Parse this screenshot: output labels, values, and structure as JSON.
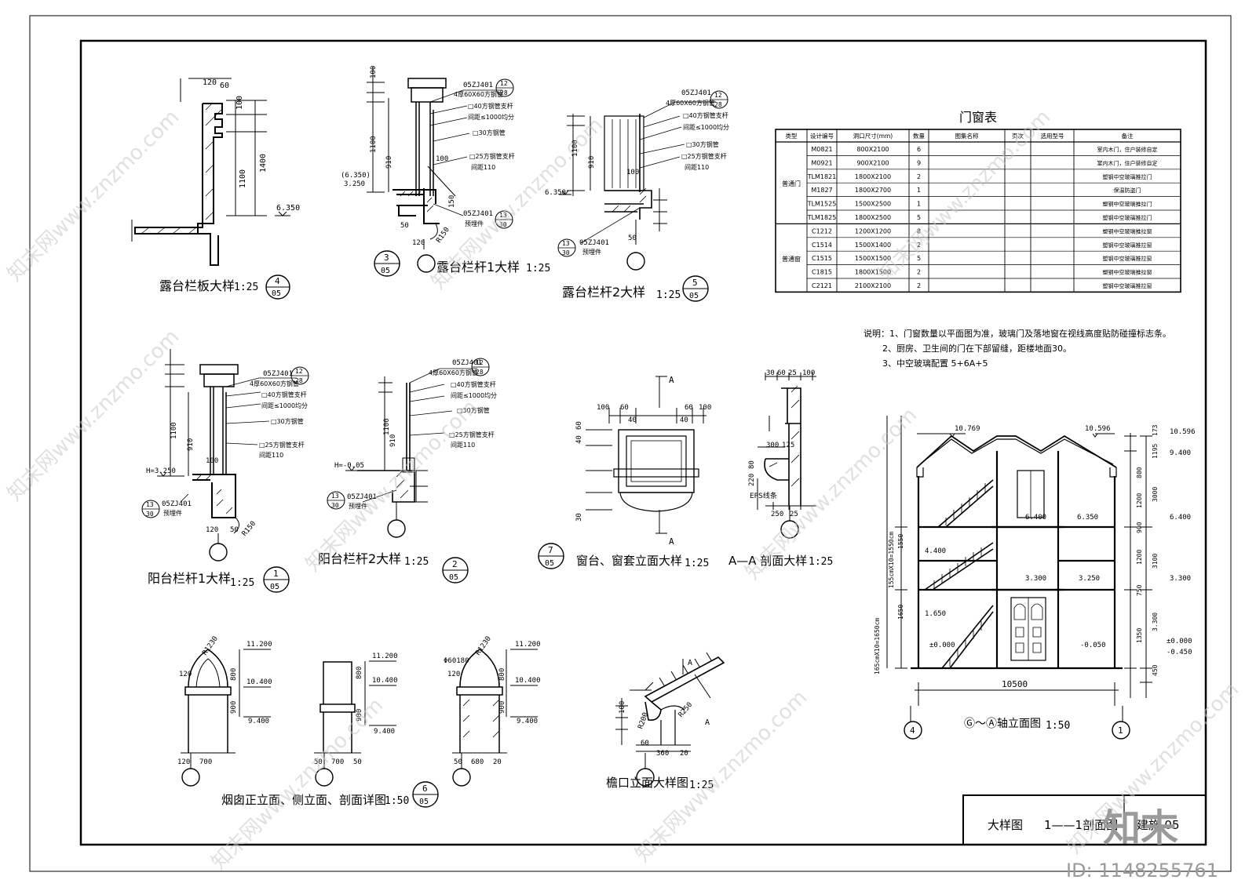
{
  "titles": {
    "d4": "露台栏板大样",
    "d3": "露台栏杆1大样",
    "d5": "露台栏杆2大样",
    "d1": "阳台栏杆1大样",
    "d2": "阳台栏杆2大样",
    "d7": "窗台、窗套立面大样",
    "daa": "A—A 剖面大样",
    "d6": "烟囱正立面、侧立面、剖面详图",
    "deave": "檐口立面大样图",
    "delev": "Ⓖ～Ⓐ轴立面图"
  },
  "scales": {
    "s125": "1:25",
    "s150": "1:50"
  },
  "marks": {
    "n1": "1",
    "n2": "2",
    "n3": "3",
    "n4": "4",
    "n5": "5",
    "n6": "6",
    "n7": "7",
    "sheet": "05",
    "r13": "13",
    "r30": "30",
    "r12": "12",
    "r28": "28"
  },
  "annotations": {
    "std": "05ZJ401",
    "a1": "4厚60X60方钢管",
    "a2": "□40方钢管支杆",
    "a3": "间距≤1000均分",
    "a4": "□30方钢管",
    "a5": "□25方钢管支杆",
    "a6": "间距110",
    "a7": "预埋件",
    "eps": "EPS线条",
    "sec": "A",
    "r150": "R150",
    "r1230": "R1230",
    "phi": "Φ60180",
    "r200": "R200",
    "r250": "R250"
  },
  "dims": {
    "d120": "120",
    "d60": "60",
    "d100": "100",
    "d1100": "1100",
    "d1400": "1400",
    "d6350": "6.350",
    "d6350p": "(6.350)",
    "d3250": "3.250",
    "d910": "910",
    "d30": "30",
    "d150": "150",
    "d50": "50",
    "h3250": "H=3.250",
    "h005": "H=-0.05",
    "d40": "40",
    "d1200": "1200",
    "d1000": "1000",
    "d300": "300",
    "d125": "125",
    "d80": "80",
    "d220": "220",
    "d25": "25",
    "d250": "250",
    "d11200": "11.200",
    "d10400": "10.400",
    "d9400": "9.400",
    "d800": "800",
    "d900": "900",
    "d700": "700",
    "d680": "680",
    "d20": "20",
    "d360": "360",
    "d10500": "10500",
    "d10769": "10.769",
    "d10596": "10.596",
    "d6400": "6.400",
    "d3300": "3.300",
    "d1650": "1.650",
    "d0": "±0.000",
    "dm005": "-0.050",
    "dm045": "-0.450",
    "d4400": "4.400",
    "d173": "173",
    "d1195": "1195",
    "d3000": "3000",
    "d3100": "3100",
    "d750": "750",
    "d1350": "1350",
    "d450": "450",
    "d1550": "1550",
    "d1650v": "1650",
    "vs1": "155cmX10=1550cm",
    "vs2": "165cmX10=1650cm",
    "ax4": "4",
    "ax1": "1"
  },
  "table": {
    "title": "门窗表",
    "headers": [
      "类型",
      "设计编号",
      "洞口尺寸(mm)",
      "数量",
      "图集名称",
      "页次",
      "选用型号",
      "备注"
    ],
    "groups": [
      {
        "type": "普通门",
        "rows": [
          [
            "M0821",
            "800X2100",
            "6",
            "室内木门，住户装修自定"
          ],
          [
            "M0921",
            "900X2100",
            "9",
            "室内木门，住户装修自定"
          ],
          [
            "TLM1821",
            "1800X2100",
            "2",
            "塑钢中空玻璃推拉门"
          ],
          [
            "M1827",
            "1800X2700",
            "1",
            "保温防盗门"
          ],
          [
            "TLM1525",
            "1500X2500",
            "1",
            "塑钢中空玻璃推拉门"
          ],
          [
            "TLM1825",
            "1800X2500",
            "5",
            "塑钢中空玻璃推拉门"
          ]
        ]
      },
      {
        "type": "普通窗",
        "rows": [
          [
            "C1212",
            "1200X1200",
            "8",
            "塑钢中空玻璃推拉窗"
          ],
          [
            "C1514",
            "1500X1400",
            "2",
            "塑钢中空玻璃推拉窗"
          ],
          [
            "C1515",
            "1500X1500",
            "5",
            "塑钢中空玻璃推拉窗"
          ],
          [
            "C1815",
            "1800X1500",
            "2",
            "塑钢中空玻璃推拉窗"
          ],
          [
            "C2121",
            "2100X2100",
            "2",
            "塑钢中空玻璃推拉窗"
          ]
        ]
      }
    ]
  },
  "notes": [
    "说明：1、门窗数量以平面图为准，玻璃门及落地窗在视线高度贴防碰撞标志条。",
    "2、厨房、卫生间的门在下部留缝，距楼地面30。",
    "3、中空玻璃配置 5+6A+5"
  ],
  "title_block": {
    "name": "大样图",
    "sub": "1——1剖面图",
    "code": "建施-05"
  },
  "watermark": {
    "text": "知末网www.znzmo.com",
    "logo": "知末",
    "id": "ID: 1148255761"
  }
}
